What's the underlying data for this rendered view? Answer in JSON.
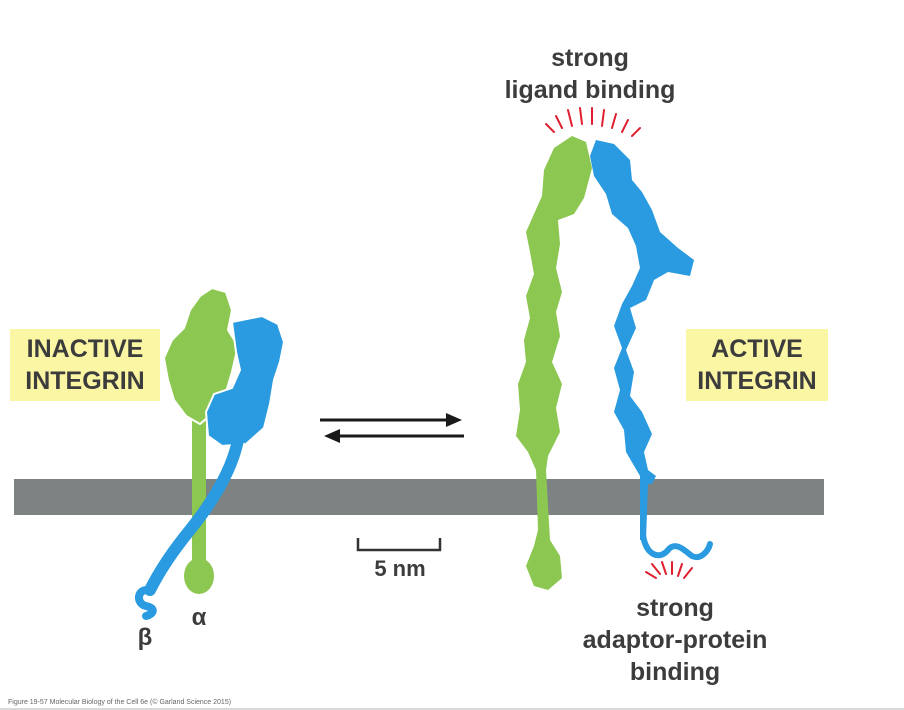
{
  "labels": {
    "inactive": [
      "INACTIVE",
      "INTEGRIN"
    ],
    "active": [
      "ACTIVE",
      "INTEGRIN"
    ],
    "ligand_binding": [
      "strong",
      "ligand binding"
    ],
    "adaptor_binding": [
      "strong",
      "adaptor-protein",
      "binding"
    ],
    "scale_bar": "5 nm",
    "alpha": "α",
    "beta": "β"
  },
  "caption": "Figure 19-57 Molecular Biology of the Cell 6e (© Garland Science 2015)",
  "colors": {
    "alpha_subunit": "#8cc751",
    "beta_subunit": "#2a9be0",
    "membrane": "#7d8283",
    "label_background": "#fbf6a3",
    "binding_rays": "#e01f2f",
    "text": "#3c3c3c"
  }
}
